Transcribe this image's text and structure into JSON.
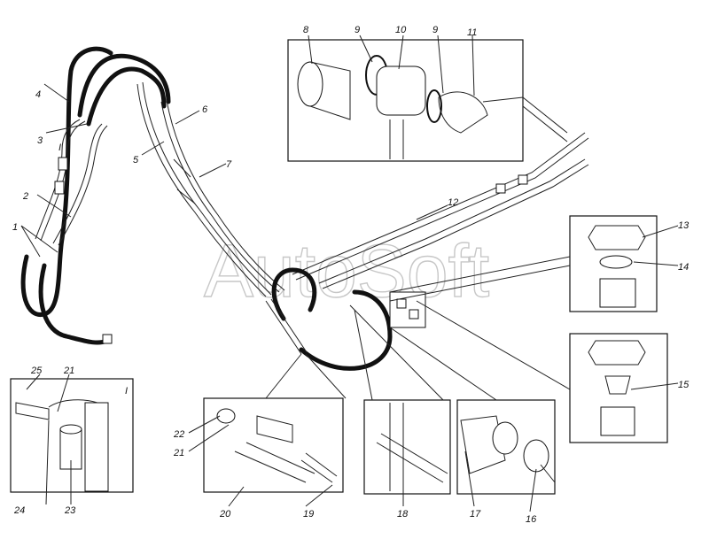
{
  "watermark": "AutoSoft",
  "detail_marker": "I",
  "callouts": {
    "c1": "1",
    "c2": "2",
    "c3": "3",
    "c4": "4",
    "c5": "5",
    "c6": "6",
    "c7": "7",
    "c8": "8",
    "c9a": "9",
    "c9b": "9",
    "c10": "10",
    "c11": "11",
    "c12": "12",
    "c13": "13",
    "c14": "14",
    "c15": "15",
    "c16": "16",
    "c17": "17",
    "c18": "18",
    "c19": "19",
    "c20": "20",
    "c21a": "21",
    "c21b": "21",
    "c22": "22",
    "c23": "23",
    "c24": "24",
    "c25": "25"
  }
}
